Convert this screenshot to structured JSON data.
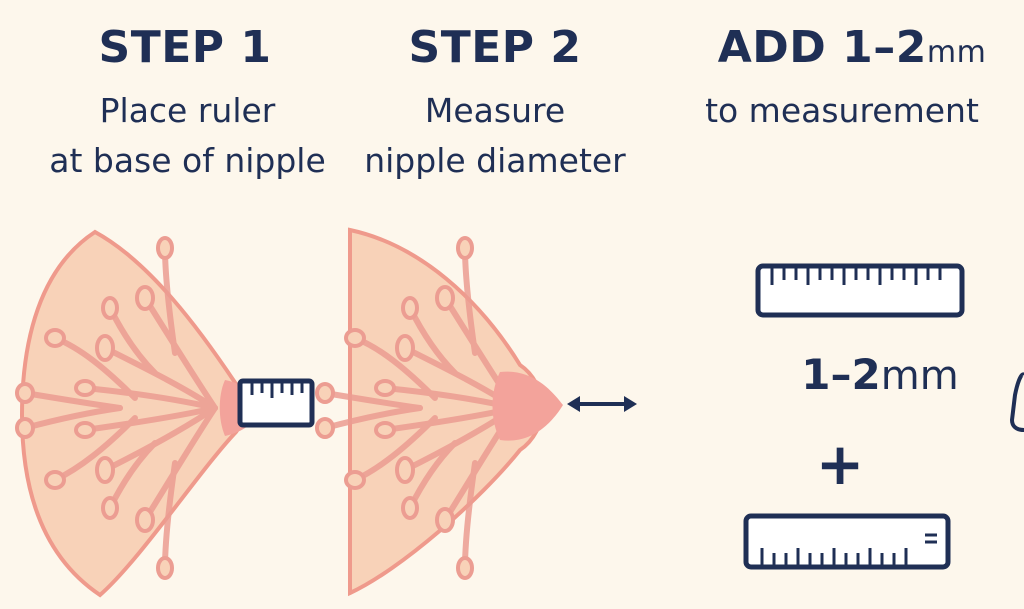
{
  "steps": [
    {
      "title": "STEP 1",
      "subtitle": [
        "Place ruler",
        "at base of nipple"
      ]
    },
    {
      "title": "STEP 2",
      "subtitle": [
        "Measure",
        "nipple diameter"
      ]
    },
    {
      "title_main": "ADD 1–2",
      "title_unit": "mm",
      "subtitle": [
        "to measurement"
      ]
    }
  ],
  "add_value": {
    "number": "1–2",
    "unit": "mm"
  },
  "plus": "+",
  "colors": {
    "background": "#fdf7ec",
    "text": "#1f2f55",
    "breast_fill": "#f8d2b8",
    "breast_edge": "#ef9a8c",
    "nipple": "#f3a39b",
    "ruler_fill": "#ffffff"
  },
  "icons": [
    "ruler-icon",
    "double-arrow-icon",
    "plus-icon"
  ]
}
